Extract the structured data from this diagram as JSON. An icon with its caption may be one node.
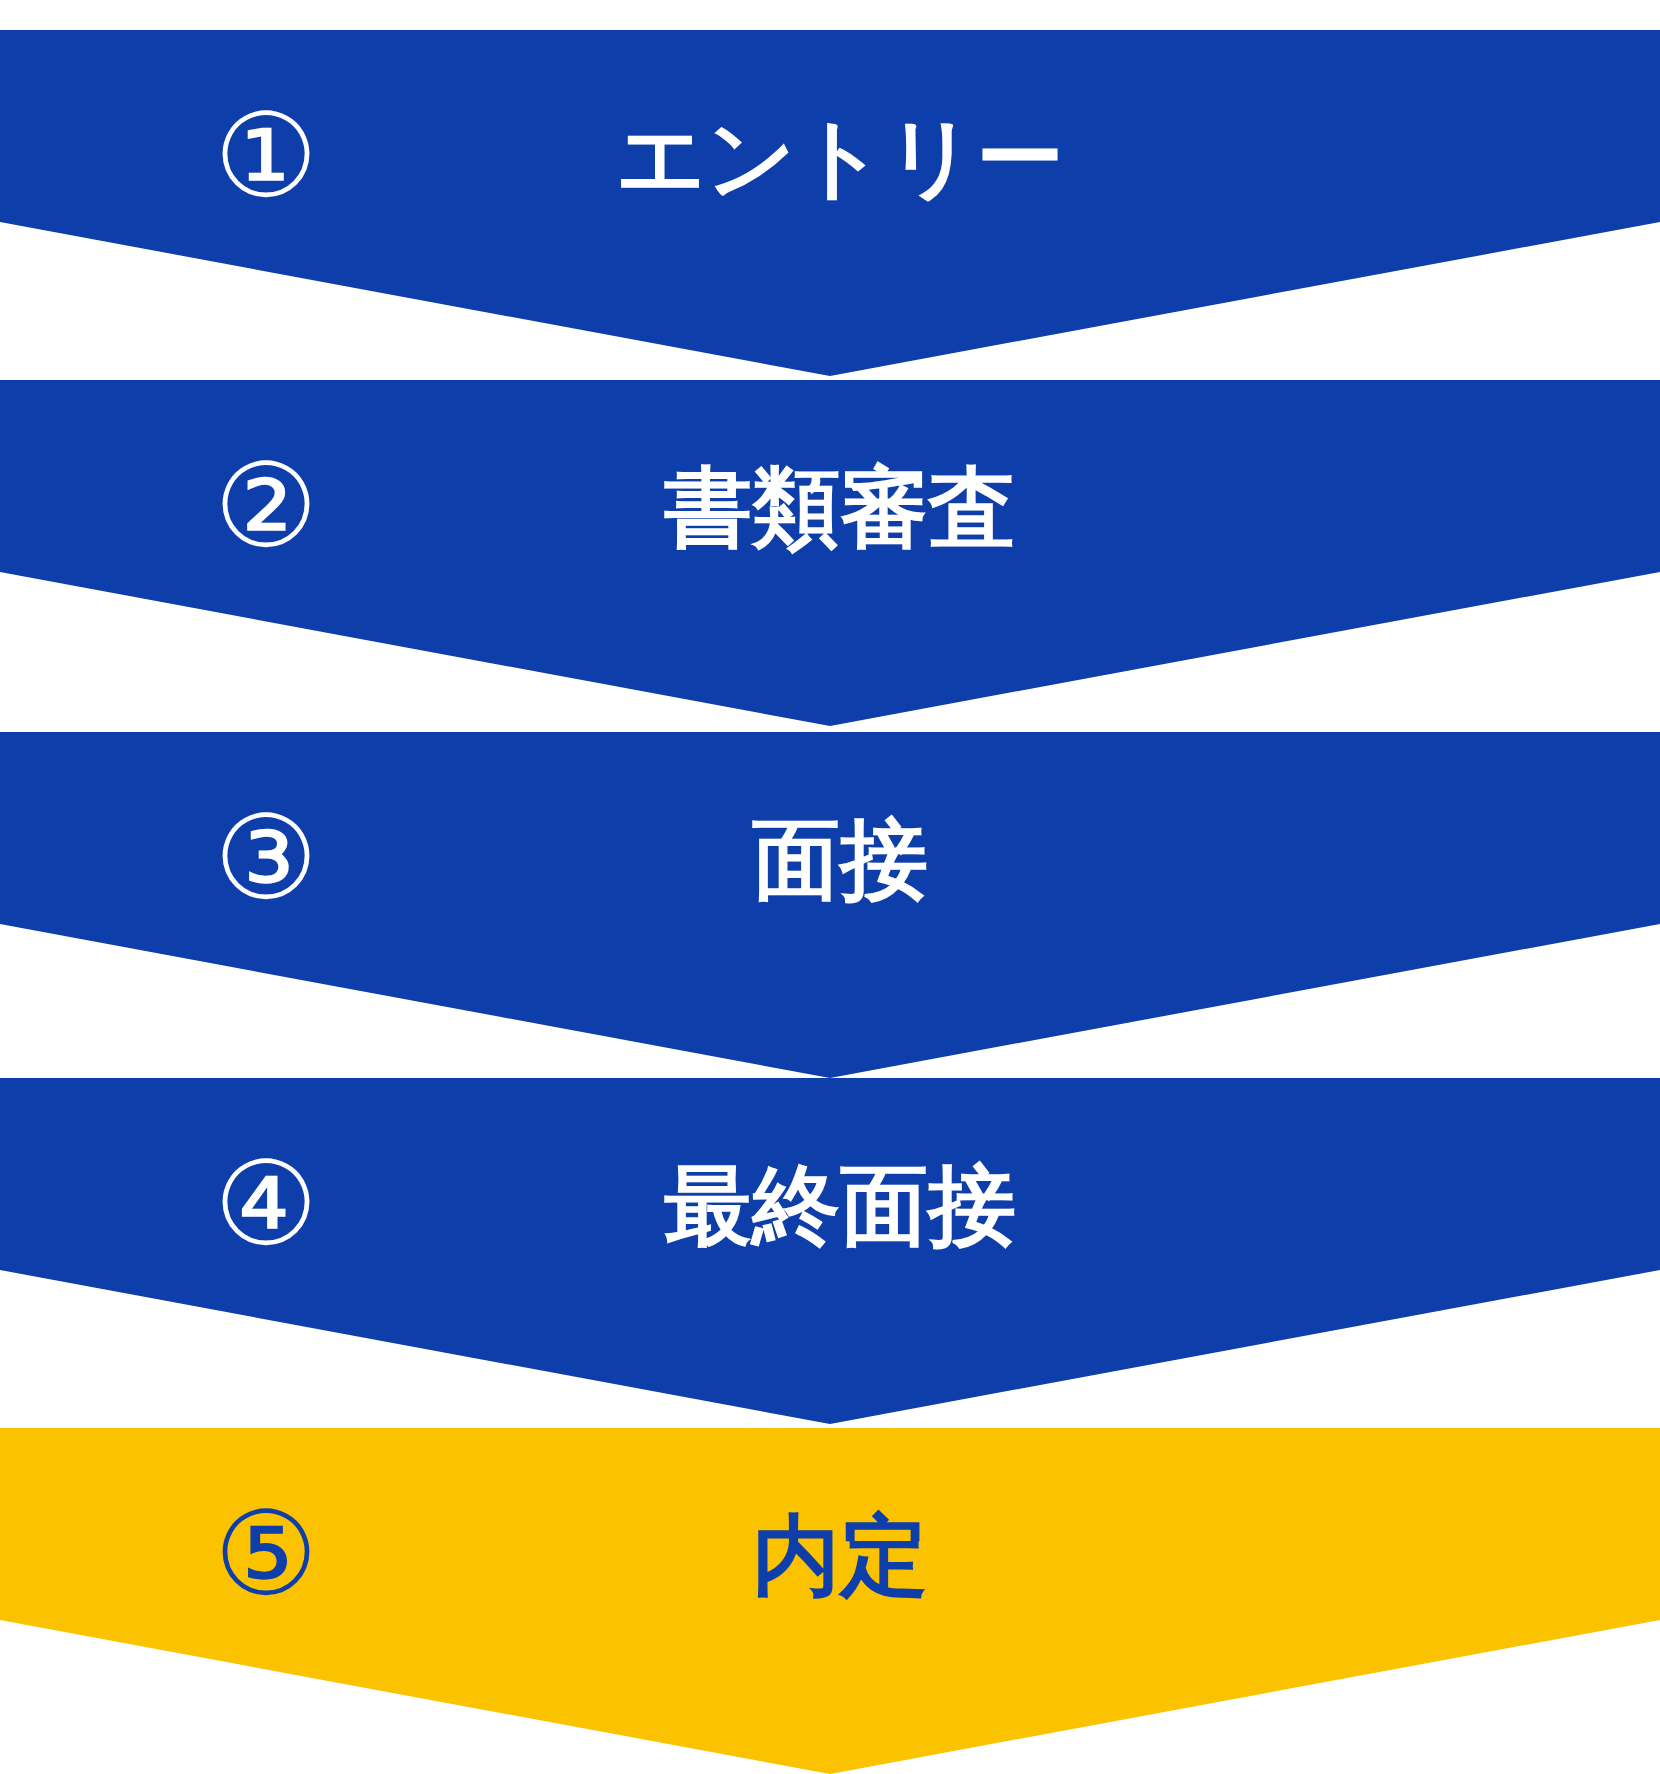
{
  "diagram": {
    "nodes": [
      {
        "text": [
          "①",
          "エントリー"
        ]
      },
      {
        "text": [
          "②",
          "書類審査"
        ]
      },
      {
        "text": [
          "③",
          "面接"
        ]
      },
      {
        "text": [
          "④",
          "最終面接"
        ]
      },
      {
        "text": [
          "⑤",
          "内定"
        ]
      }
    ]
  }
}
